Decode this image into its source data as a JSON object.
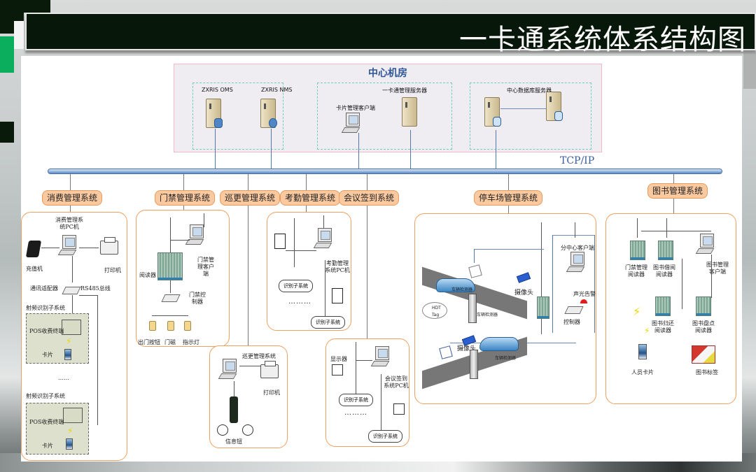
{
  "slide": {
    "title": "一卡通系统体系结构图"
  },
  "center": {
    "title": "中心机房",
    "servers": {
      "oms": "ZXRIS OMS",
      "nms": "ZXRIS NMS",
      "card_client": "卡片管理客户端",
      "mgmt_server": "一卡通管理服务器",
      "db_server": "中心数据库服务器"
    }
  },
  "network": {
    "bus_label": "TCP/IP"
  },
  "systems": {
    "consume": {
      "tag": "消费管理系统",
      "pc": "消费管理系统PC机",
      "recharger": "充值机",
      "printer": "打印机",
      "adapter": "通讯适配器",
      "bus": "RS485总线",
      "rfid_sub_1": "射频识别子系统",
      "pos_1": "POS收费终端",
      "card_1": "卡片",
      "ellipsis": "……",
      "rfid_sub_2": "射频识别子系统",
      "pos_2": "POS收费终端",
      "card_2": "卡片"
    },
    "access": {
      "tag": "门禁管理系统",
      "client": "门禁管理客户端",
      "reader": "阅读器",
      "controller": "门禁控制器",
      "exit_button": "出门按钮",
      "door_magnet": "门磁",
      "indicator": "指示灯"
    },
    "patrol": {
      "tag": "巡更管理系统",
      "system": "巡更管理系统",
      "printer": "打印机",
      "buttons": "信息钮"
    },
    "attendance": {
      "tag": "考勤管理系统",
      "pc": "考勤管理系统PC机",
      "sub_1": "识别子系统",
      "ellipsis": "………",
      "sub_2": "识别子系统"
    },
    "meeting": {
      "tag": "会议签到系统",
      "display": "显示器",
      "pc": "会议签到系统PC机",
      "sub_1": "识别子系统",
      "ellipsis": "………",
      "sub_2": "识别子系统"
    },
    "parking": {
      "tag": "停车场管理系统",
      "client": "分中心客户端",
      "camera_1": "摄像头",
      "camera_2": "摄像头",
      "alarm": "声光告警",
      "controller": "控制器",
      "tag_label": "HDT Tag",
      "detector_1": "车辆检测器",
      "detector_2": "车辆检测器",
      "detector_3": "车辆检测器"
    },
    "library": {
      "tag": "图书管理系统",
      "access_reader": "门禁管理阅读器",
      "borrow_reader": "图书借阅阅读器",
      "client": "图书管理客户端",
      "return_reader": "图书归还阅读器",
      "inventory_reader": "图书盘点阅读器",
      "person_card": "人员卡片",
      "book_tag": "图书标签"
    }
  },
  "colors": {
    "title_bar": "#07180a",
    "accent_green": "#0aae5c",
    "tag_fill": "#fbc9a0",
    "box_border": "#f0a060",
    "center_title": "#2f5597"
  }
}
